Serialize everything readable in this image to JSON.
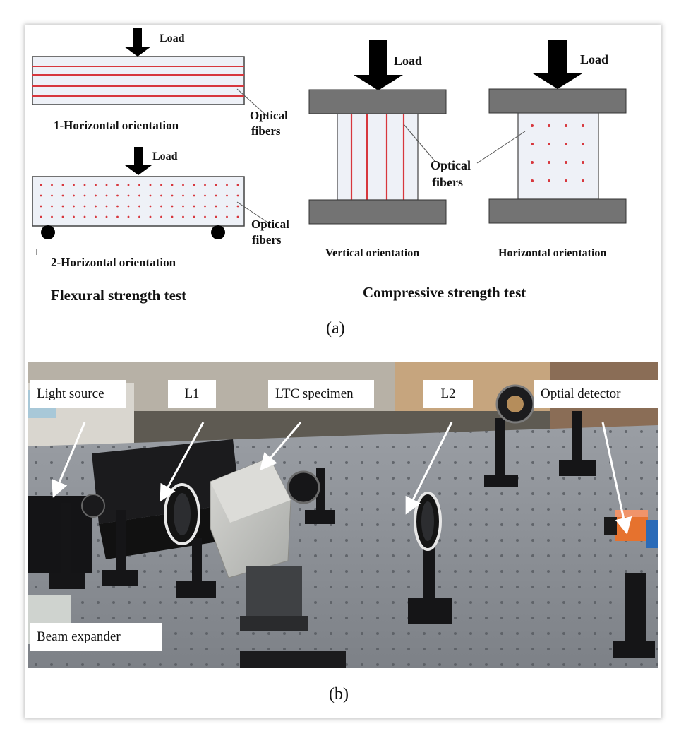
{
  "figure": {
    "panel_a": {
      "load_label": "Load",
      "fibers_label_line1": "Optical",
      "fibers_label_line2": "fibers",
      "flexural": {
        "specimen1_label": "1-Horizontal orientation",
        "specimen2_label": "2-Horizontal orientation",
        "title": "Flexural strength test"
      },
      "compressive": {
        "vertical_label": "Vertical orientation",
        "horizontal_label": "Horizontal orientation",
        "title": "Compressive strength test"
      },
      "caption": "(a)"
    },
    "panel_b": {
      "labels": {
        "light_source": "Light source",
        "l1": "L1",
        "ltc_specimen": "LTC specimen",
        "l2": "L2",
        "detector": "Optial detector",
        "beam_expander": "Beam expander"
      },
      "caption": "(b)"
    },
    "colors": {
      "fiber": "#d7373d",
      "platen": "#737373",
      "specimen_fill": "#eef1f7",
      "table": "#8f9399"
    }
  }
}
